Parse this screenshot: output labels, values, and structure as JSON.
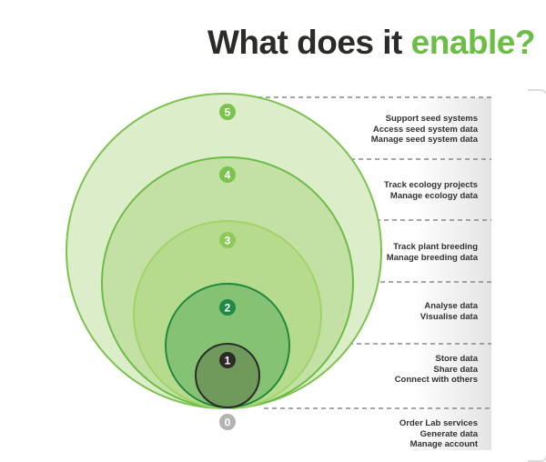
{
  "title": {
    "main": "What does it ",
    "accent": "enable?"
  },
  "colors": {
    "accent": "#6cbd45",
    "dark": "#2d2b28"
  },
  "levels": [
    {
      "number": "0",
      "items": [
        "Order Lab services",
        "Generate data",
        "Manage account"
      ]
    },
    {
      "number": "1",
      "items": [
        "Store data",
        "Share data",
        "Connect with others"
      ]
    },
    {
      "number": "2",
      "items": [
        "Analyse data",
        "Visualise data"
      ]
    },
    {
      "number": "3",
      "items": [
        "Track plant breeding",
        "Manage breeding data"
      ]
    },
    {
      "number": "4",
      "items": [
        "Track ecology projects",
        "Manage ecology data"
      ]
    },
    {
      "number": "5",
      "items": [
        "Support seed systems",
        "Access seed system data",
        "Manage seed system data"
      ]
    }
  ]
}
